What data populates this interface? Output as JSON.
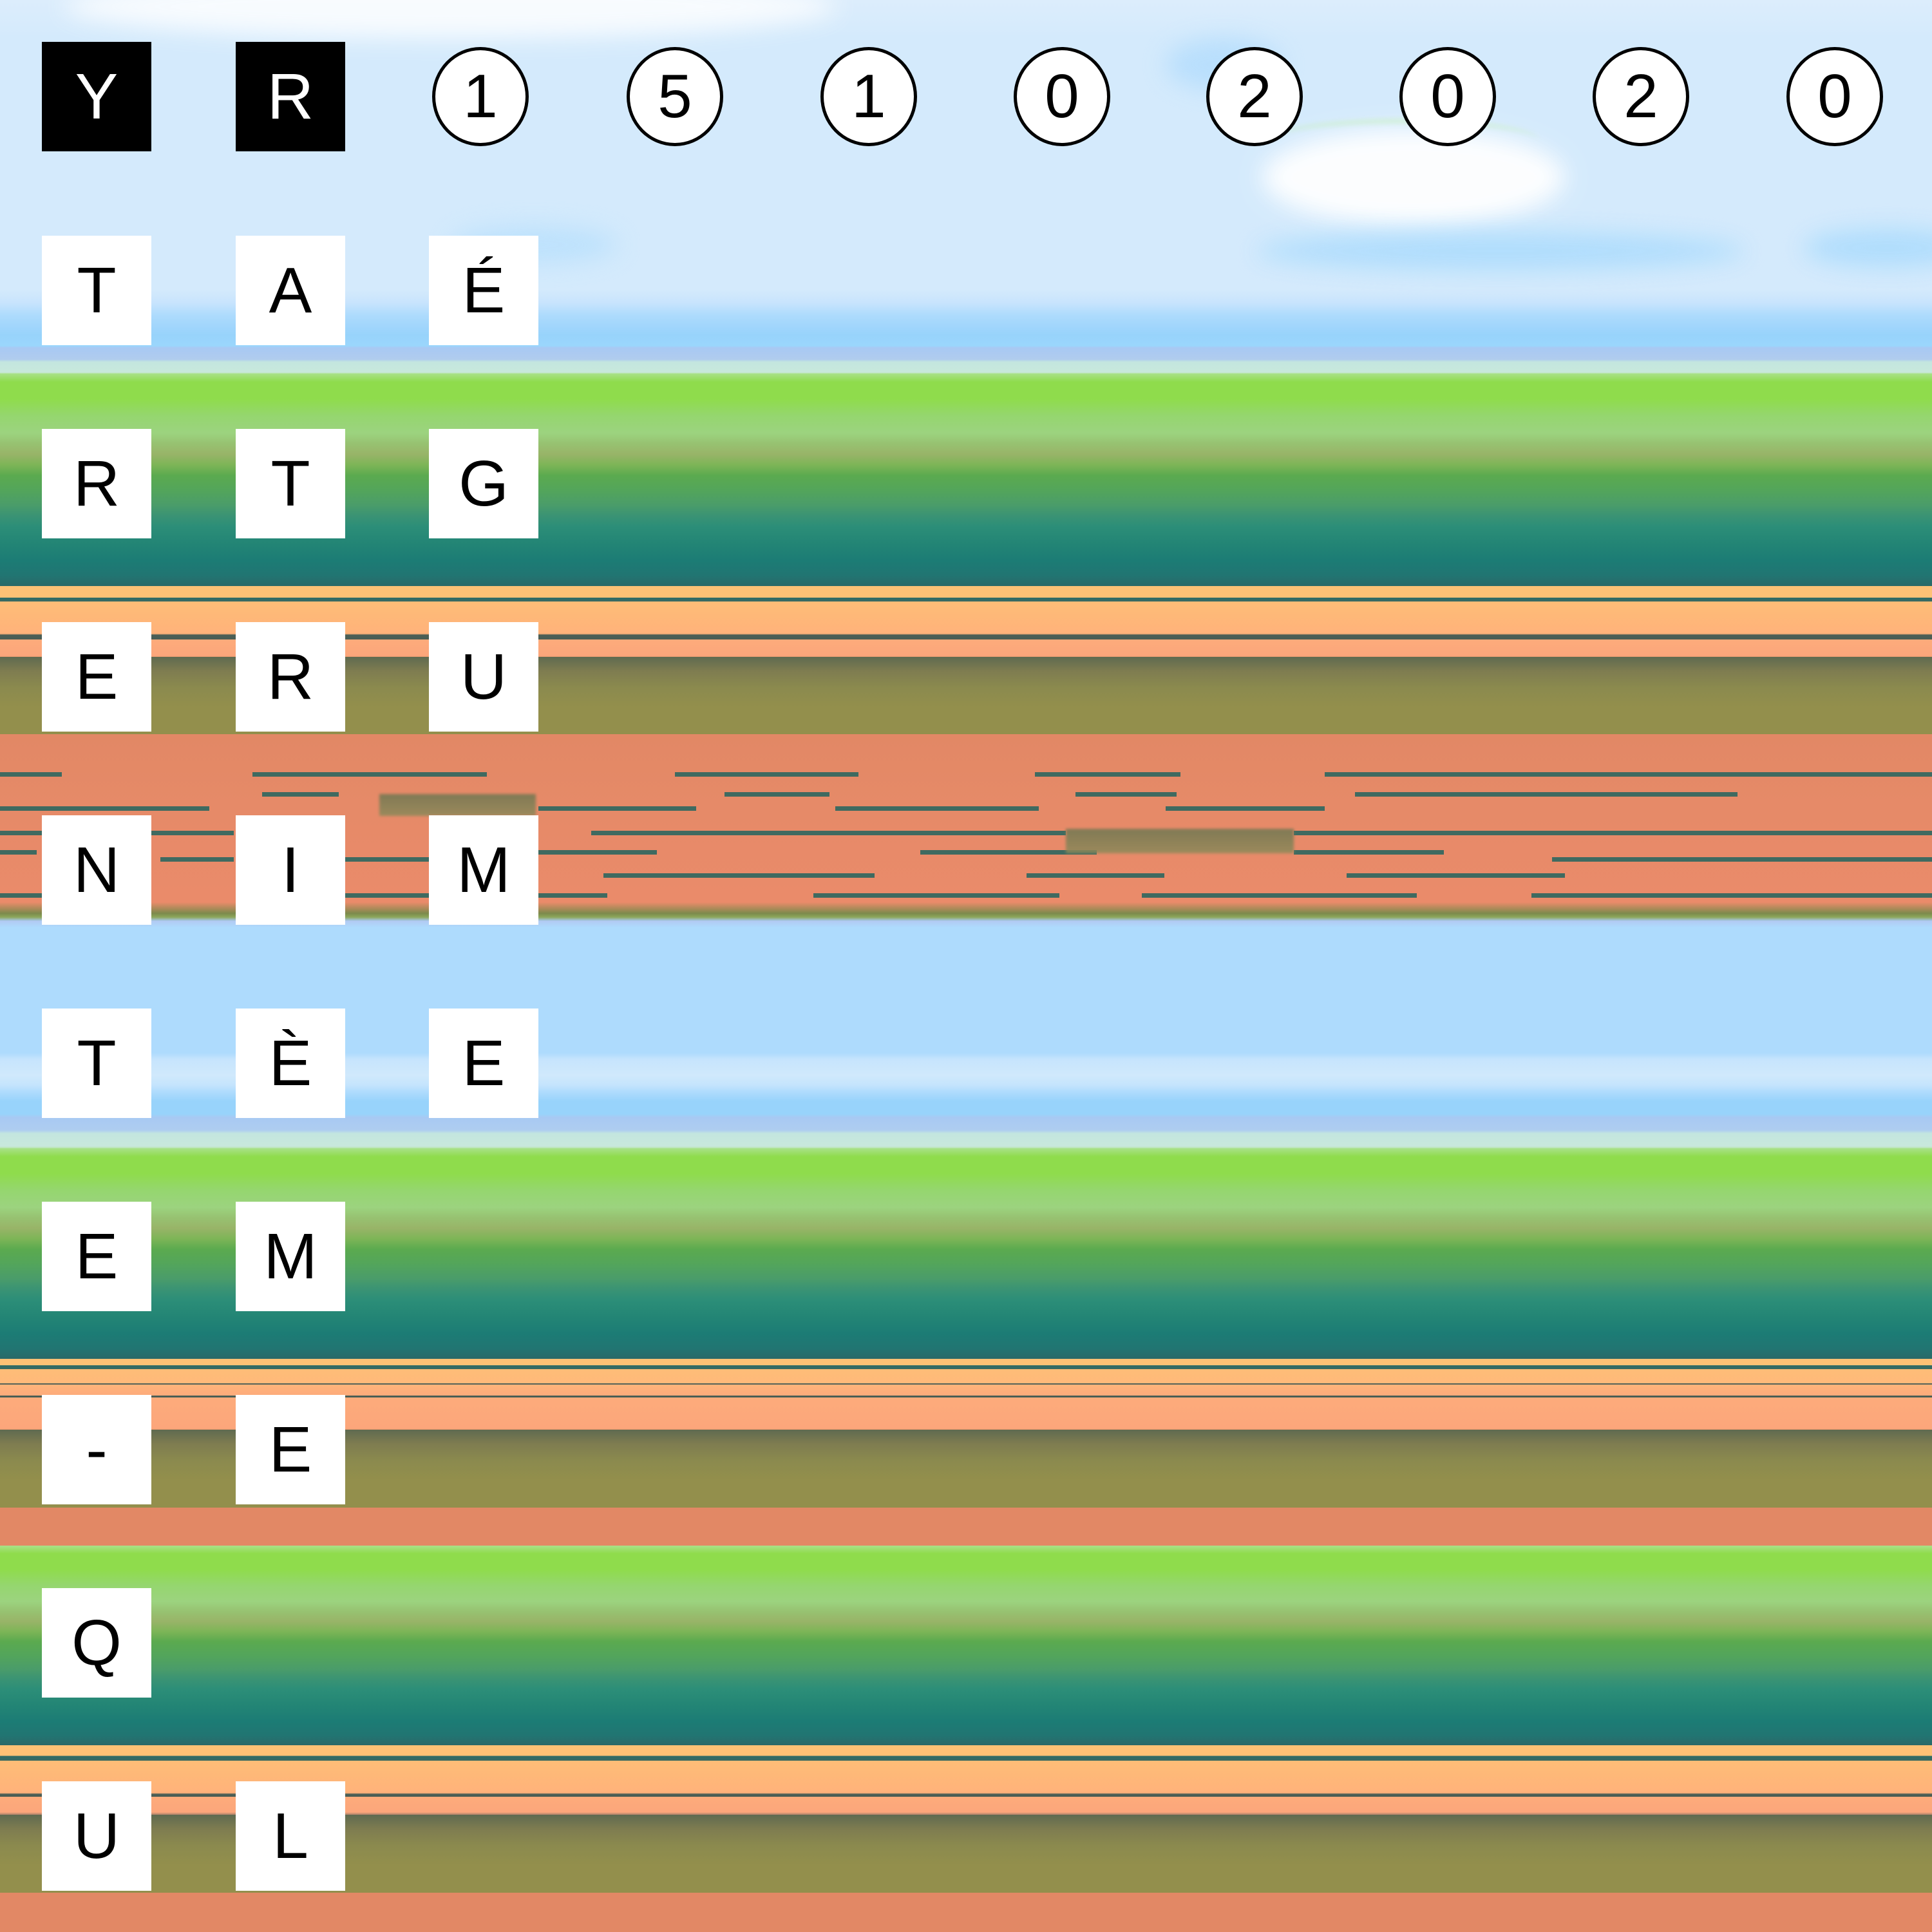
{
  "header": {
    "tiles": [
      {
        "char": "Y",
        "style": "dark"
      },
      {
        "char": "R",
        "style": "dark"
      }
    ],
    "number_circles": [
      "1",
      "5",
      "1",
      "0",
      "2",
      "0",
      "2",
      "0"
    ]
  },
  "grid": {
    "rows": [
      [
        "T",
        "A",
        "É"
      ],
      [
        "R",
        "T",
        "G"
      ],
      [
        "E",
        "R",
        "U"
      ],
      [
        "N",
        "I",
        "M"
      ],
      [
        "T",
        "È",
        "E"
      ],
      [
        "E",
        "M"
      ],
      [
        "-",
        "E"
      ],
      [
        "Q"
      ],
      [
        "U",
        "L"
      ]
    ]
  },
  "colors": {
    "tile_background": "#ffffff",
    "tile_text": "#000000",
    "header_tile_background": "#000000",
    "header_tile_text": "#ffffff",
    "sky": "#d4eafc",
    "grass": "#8fdc4c",
    "teal": "#1c7c75",
    "orange": "#fec175",
    "olive": "#938f4c",
    "salmon": "#e28865"
  }
}
